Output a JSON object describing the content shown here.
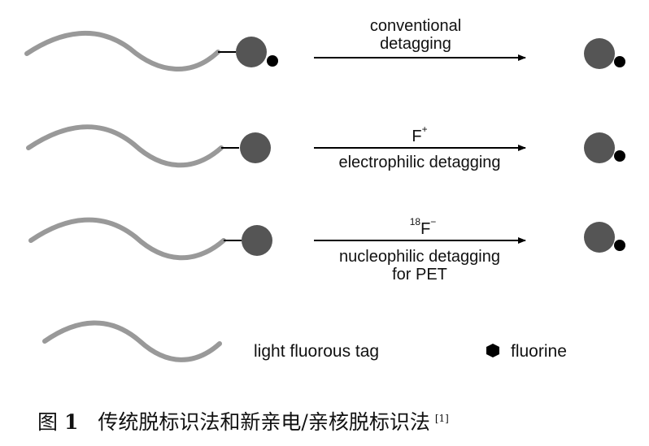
{
  "rows": [
    {
      "reagent": "",
      "reagent_sup": "",
      "reagent_charge": "",
      "line1": "conventional",
      "line2": "detagging",
      "line3": ""
    },
    {
      "reagent": "F",
      "reagent_sup": "",
      "reagent_charge": "+",
      "line1": "",
      "line2": "electrophilic detagging",
      "line3": ""
    },
    {
      "reagent": "F",
      "reagent_sup": "18",
      "reagent_charge": "−",
      "line1": "",
      "line2": "nucleophilic detagging",
      "line3": "for PET"
    }
  ],
  "legend": {
    "tag_label": "light fluorous tag",
    "fluorine_label": "fluorine"
  },
  "caption": {
    "figure_label": "图",
    "figure_number": "1",
    "text": "传统脱标识法和新亲电/亲核脱标识法",
    "ref": "[1]"
  },
  "colors": {
    "tag": "#999999",
    "molecule": "#555555",
    "fluorine": "#000000",
    "arrow": "#000000"
  }
}
